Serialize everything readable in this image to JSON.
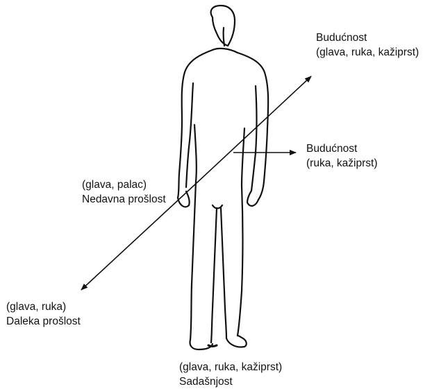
{
  "colors": {
    "ink": "#111111",
    "background": "#ffffff"
  },
  "figure": {
    "subject": "standing-man-back-view-drawing"
  },
  "labels": {
    "future_diagonal": {
      "title": "Budućnost",
      "gesture": "(glava, ruka, kažiprst)"
    },
    "future_side": {
      "title": "Budućnost",
      "gesture": "(ruka, kažiprst)"
    },
    "recent_past": {
      "gesture": "(glava, palac)",
      "title": "Nedavna prošlost"
    },
    "distant_past": {
      "gesture": "(glava, ruka)",
      "title": "Daleka prošlost"
    },
    "present": {
      "gesture": "(glava, ruka, kažiprst)",
      "title": "Sadašnjost"
    }
  }
}
